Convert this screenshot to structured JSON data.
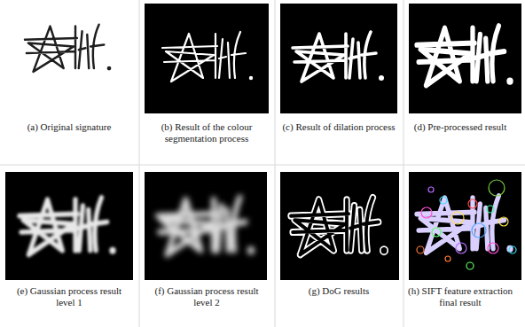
{
  "diagram": {
    "labels": [
      "(a) Original signature",
      "(b) Result of the colour segmentation process",
      "(c) Result of dilation process",
      "(d) Pre-processed result",
      "(e) Gaussian process result level 1",
      "(f) Gaussian process result level 2",
      "(g) DoG results",
      "(h) SIFT feature extraction final result"
    ]
  }
}
